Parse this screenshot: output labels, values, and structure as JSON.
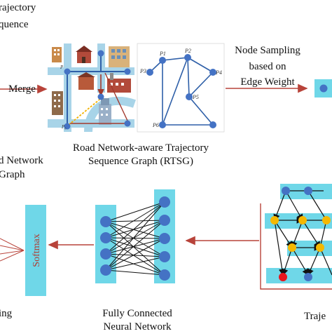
{
  "labels": {
    "trajectory_seq_line1": "rajectory",
    "trajectory_seq_line2": "quence",
    "merge": "Merge",
    "node_sampling_line1": "Node Sampling",
    "node_sampling_line2": "based on",
    "node_sampling_line3": "Edge Weight",
    "rtsg_line1": "Road Network-aware Trajectory",
    "rtsg_line2": "Sequence Graph (RTSG)",
    "road_network_line1": "d Network",
    "road_network_line2": "Graph",
    "softmax": "Softmax",
    "fc_line1": "Fully Connected",
    "fc_line2": "Neural Network",
    "ing": "ing",
    "traje": "Traje"
  },
  "graph_nodes": [
    "P1",
    "P2",
    "P3",
    "P4",
    "P5",
    "P6"
  ],
  "colors": {
    "node_blue": "#4472c4",
    "edge_blue": "#2e5fa8",
    "arrow_red": "#b8433a",
    "cyan_bar": "#6fd7e8",
    "road_blue": "#a8d4e8",
    "yellow_node": "#f5b800",
    "red_node": "#e8141b"
  },
  "icons": [
    "building-icon",
    "factory-icon",
    "house-icon"
  ]
}
